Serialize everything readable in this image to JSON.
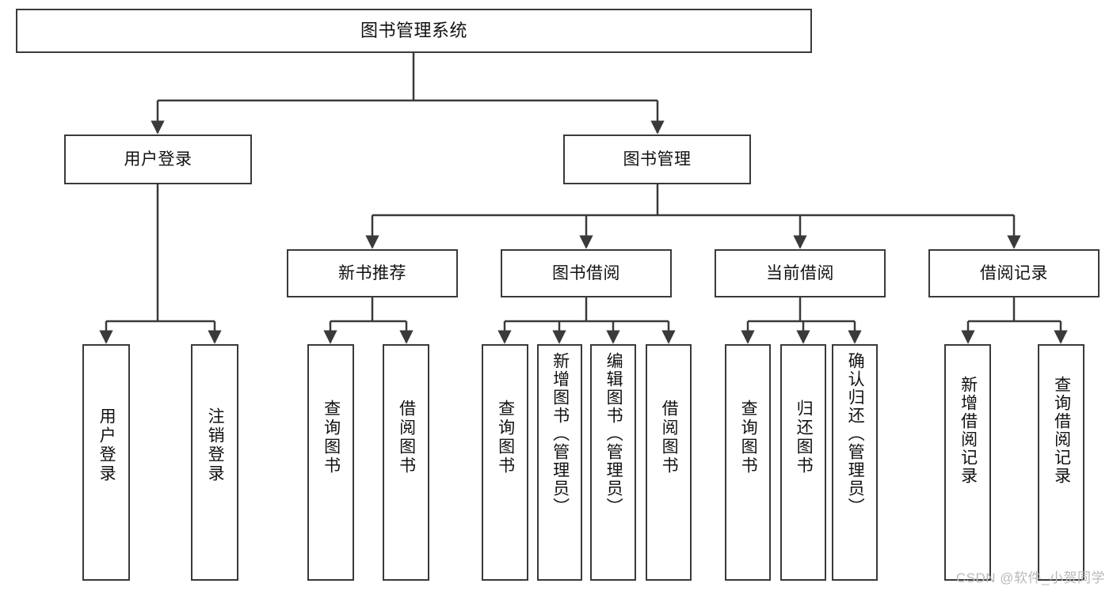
{
  "diagram": {
    "type": "tree",
    "title": "图书管理系统",
    "watermark": "CSDN @软件_小贺同学",
    "colors": {
      "stroke": "#3a3a3a",
      "fill": "#ffffff",
      "text": "#111111",
      "watermark": "#b9b9b9"
    },
    "nodes": {
      "root": {
        "label": "图书管理系统"
      },
      "level2": [
        {
          "id": "user-login",
          "label": "用户登录"
        },
        {
          "id": "book-manage",
          "label": "图书管理"
        }
      ],
      "level3": [
        {
          "id": "new-book-recommend",
          "label": "新书推荐"
        },
        {
          "id": "book-borrow",
          "label": "图书借阅"
        },
        {
          "id": "current-borrow",
          "label": "当前借阅"
        },
        {
          "id": "borrow-record",
          "label": "借阅记录"
        }
      ],
      "leaves": [
        {
          "id": "leaf-user-login",
          "label": "用户登录",
          "parent": "user-login"
        },
        {
          "id": "leaf-logout-login",
          "label": "注销登录",
          "parent": "user-login"
        },
        {
          "id": "leaf-query-book-1",
          "label": "查询图书",
          "parent": "new-book-recommend"
        },
        {
          "id": "leaf-borrow-book-1",
          "label": "借阅图书",
          "parent": "new-book-recommend"
        },
        {
          "id": "leaf-query-book-2",
          "label": "查询图书",
          "parent": "book-borrow"
        },
        {
          "id": "leaf-add-book",
          "label": "新增图书（管理员）",
          "parent": "book-borrow"
        },
        {
          "id": "leaf-edit-book",
          "label": "编辑图书（管理员）",
          "parent": "book-borrow"
        },
        {
          "id": "leaf-borrow-book-2",
          "label": "借阅图书",
          "parent": "book-borrow"
        },
        {
          "id": "leaf-query-book-3",
          "label": "查询图书",
          "parent": "current-borrow"
        },
        {
          "id": "leaf-return-book",
          "label": "归还图书",
          "parent": "current-borrow"
        },
        {
          "id": "leaf-confirm-return",
          "label": "确认归还（管理员）",
          "parent": "current-borrow"
        },
        {
          "id": "leaf-add-record",
          "label": "新增借阅记录",
          "parent": "borrow-record"
        },
        {
          "id": "leaf-query-record",
          "label": "查询借阅记录",
          "parent": "borrow-record"
        }
      ]
    }
  }
}
